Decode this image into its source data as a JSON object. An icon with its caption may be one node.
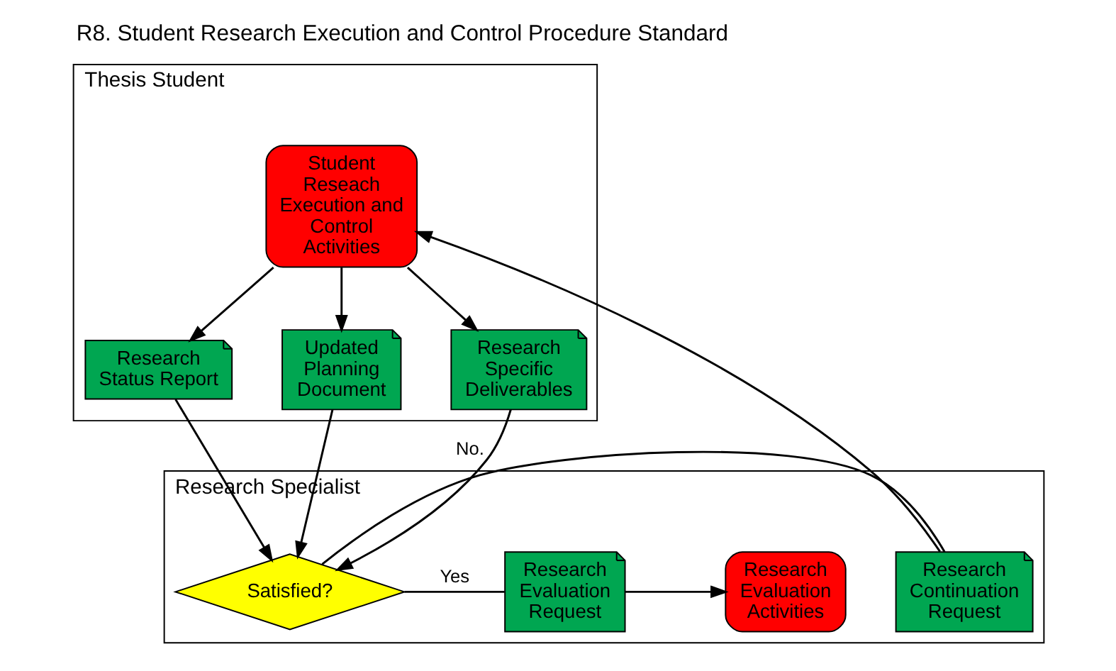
{
  "diagram": {
    "title": "R8. Student Research Execution and Control Procedure Standard",
    "nodes": [
      {
        "text": [
          "Thesis Student"
        ]
      },
      {
        "text": [
          "Student Reseach Execution and Control Activities"
        ],
        "in": 0
      },
      {
        "text": [
          "Research Status Report"
        ],
        "in": 0
      },
      {
        "text": [
          "Updated Planning Document"
        ],
        "in": 0
      },
      {
        "text": [
          "Research Specific Deliverables"
        ],
        "in": 0
      },
      {
        "text": [
          "Research Specialist"
        ]
      },
      {
        "text": [
          "Research Continuation Request"
        ],
        "in": 5
      },
      {
        "text": [
          "Satisfied?"
        ],
        "in": 5
      },
      {
        "text": [
          "Research Evaluation Request"
        ],
        "in": 5
      },
      {
        "text": [
          "Research Evaluation Activities"
        ],
        "in": 5
      }
    ],
    "edges": [
      {
        "from": 1,
        "to": 2,
        "arrow": "to"
      },
      {
        "from": 1,
        "to": 3,
        "arrow": "to"
      },
      {
        "from": 1,
        "to": 4,
        "arrow": "to"
      },
      {
        "from": 2,
        "to": 7,
        "arrow": "to"
      },
      {
        "from": 3,
        "to": 7,
        "arrow": "to"
      },
      {
        "from": 4,
        "to": 7,
        "arrow": "to"
      },
      {
        "from": 7,
        "to": 6,
        "label": "No.",
        "arrow": "none"
      },
      {
        "from": 7,
        "to": 8,
        "label": "Yes",
        "arrow": "none"
      },
      {
        "from": 8,
        "to": 9,
        "arrow": "to"
      },
      {
        "from": 6,
        "to": 1,
        "arrow": "to"
      }
    ]
  }
}
